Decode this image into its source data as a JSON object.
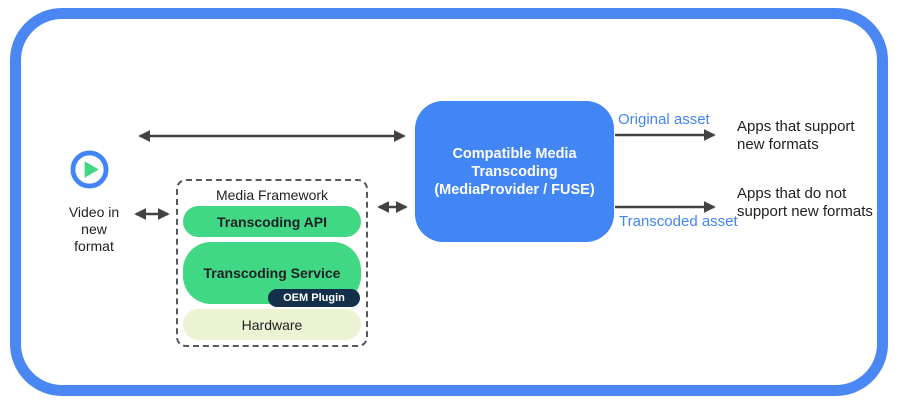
{
  "colors": {
    "frame_blue": "#4a87f2",
    "box_blue": "#4285f4",
    "pill_green": "#40d885",
    "oem_navy": "#12304a",
    "hardware_cream": "#ecf3d2",
    "arrow_gray": "#424242",
    "text_dark": "#202124",
    "asset_label_blue": "#4285f4"
  },
  "source": {
    "icon": "play-icon",
    "label": "Video in\nnew\nformat"
  },
  "media_framework": {
    "title": "Media Framework",
    "layers": {
      "transcoding_api": "Transcoding API",
      "transcoding_service": "Transcoding Service",
      "oem_plugin": "OEM Plugin",
      "hardware": "Hardware"
    }
  },
  "transcoding_box": {
    "title": "Compatible Media\nTranscoding\n(MediaProvider / FUSE)"
  },
  "outputs": {
    "original_asset_label": "Original asset",
    "transcoded_asset_label": "Transcoded asset",
    "apps_support": "Apps that support\nnew formats",
    "apps_no_support": "Apps that do not\nsupport new formats"
  }
}
